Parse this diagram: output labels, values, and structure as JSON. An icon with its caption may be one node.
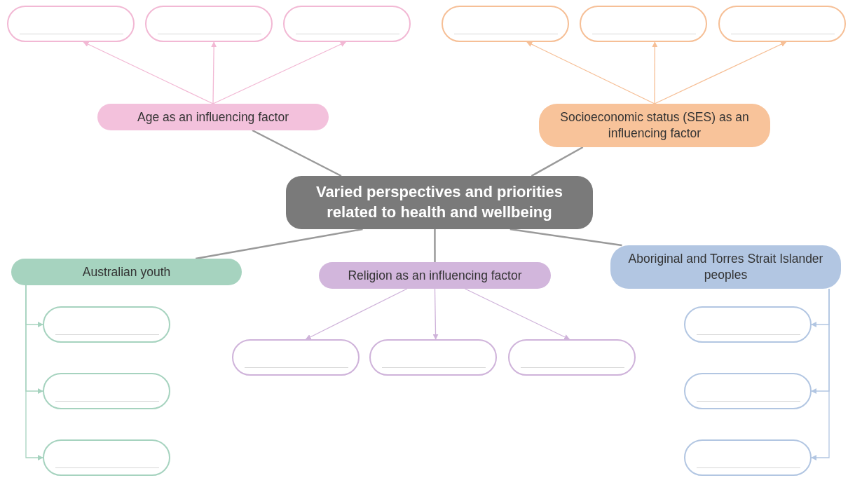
{
  "diagram": {
    "nodes": [
      {
        "text": [
          "Varied perspectives and priorities related to health and wellbeing"
        ]
      },
      {
        "text": [
          "Age as an influencing factor"
        ]
      },
      {
        "text": [
          "Socioeconomic status (SES) as an influencing factor"
        ]
      },
      {
        "text": [
          "Australian youth"
        ]
      },
      {
        "text": [
          "Religion as an influencing factor"
        ]
      },
      {
        "text": [
          "Aboriginal and Torres Strait Islander peoples"
        ]
      },
      {
        "text": [],
        "shape": "box"
      },
      {
        "text": [],
        "shape": "box"
      },
      {
        "text": [],
        "shape": "box"
      },
      {
        "text": [],
        "shape": "box"
      },
      {
        "text": [],
        "shape": "box"
      },
      {
        "text": [],
        "shape": "box"
      },
      {
        "text": [],
        "shape": "box"
      },
      {
        "text": [],
        "shape": "box"
      },
      {
        "text": [],
        "shape": "box"
      },
      {
        "text": [],
        "shape": "box"
      },
      {
        "text": [],
        "shape": "box"
      },
      {
        "text": [],
        "shape": "box"
      },
      {
        "text": [],
        "shape": "box"
      },
      {
        "text": [],
        "shape": "box"
      },
      {
        "text": [],
        "shape": "box"
      }
    ],
    "edges": [
      {
        "from": 0,
        "to": 1,
        "arrow": "none"
      },
      {
        "from": 0,
        "to": 2,
        "arrow": "none"
      },
      {
        "from": 0,
        "to": 3,
        "arrow": "none"
      },
      {
        "from": 0,
        "to": 4,
        "arrow": "none"
      },
      {
        "from": 0,
        "to": 5,
        "arrow": "none"
      },
      {
        "from": 1,
        "to": 6,
        "arrow": "to",
        "color": "#f2b8d4"
      },
      {
        "from": 1,
        "to": 7,
        "arrow": "to",
        "color": "#f2b8d4"
      },
      {
        "from": 1,
        "to": 8,
        "arrow": "to",
        "color": "#f2b8d4"
      },
      {
        "from": 2,
        "to": 9,
        "arrow": "to",
        "color": "#f6bf96"
      },
      {
        "from": 2,
        "to": 10,
        "arrow": "to",
        "color": "#f6bf96"
      },
      {
        "from": 2,
        "to": 11,
        "arrow": "to",
        "color": "#f6bf96"
      },
      {
        "from": 3,
        "to": 12,
        "arrow": "to",
        "color": "#a6d3bf"
      },
      {
        "from": 3,
        "to": 13,
        "arrow": "to",
        "color": "#a6d3bf"
      },
      {
        "from": 3,
        "to": 14,
        "arrow": "to",
        "color": "#a6d3bf"
      },
      {
        "from": 4,
        "to": 15,
        "arrow": "to",
        "color": "#cfb3da"
      },
      {
        "from": 4,
        "to": 16,
        "arrow": "to",
        "color": "#cfb3da"
      },
      {
        "from": 4,
        "to": 17,
        "arrow": "to",
        "color": "#cfb3da"
      },
      {
        "from": 5,
        "to": 18,
        "arrow": "to",
        "color": "#b2c6e2"
      },
      {
        "from": 5,
        "to": 19,
        "arrow": "to",
        "color": "#b2c6e2"
      },
      {
        "from": 5,
        "to": 20,
        "arrow": "to",
        "color": "#b2c6e2"
      }
    ]
  }
}
